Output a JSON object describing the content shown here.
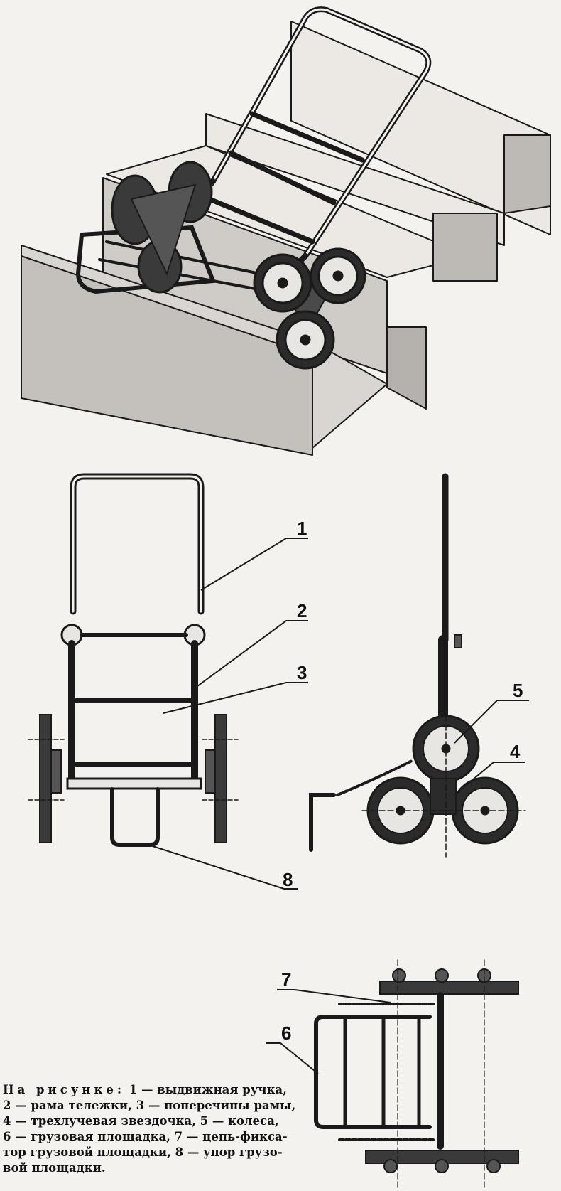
{
  "labels": {
    "p1": "1",
    "p2": "2",
    "p3": "3",
    "p4": "4",
    "p5": "5",
    "p6": "6",
    "p7": "7",
    "p8": "8"
  },
  "caption": {
    "lead": "На рисунке:",
    "lines": [
      "1 — выдвижная ручка,",
      "2 — рама тележки, 3 — поперечины рамы,",
      "4 — трехлучевая звездочка, 5 — колеса,",
      "6 — грузовая площадка, 7 — цепь-фикса-",
      "тор грузовой площадки, 8 — упор грузо-",
      "вой площадки."
    ]
  },
  "colors": {
    "ink": "#1a1a1a",
    "paper": "#f4f2ee",
    "stair_shade": "#c9c7c3"
  }
}
